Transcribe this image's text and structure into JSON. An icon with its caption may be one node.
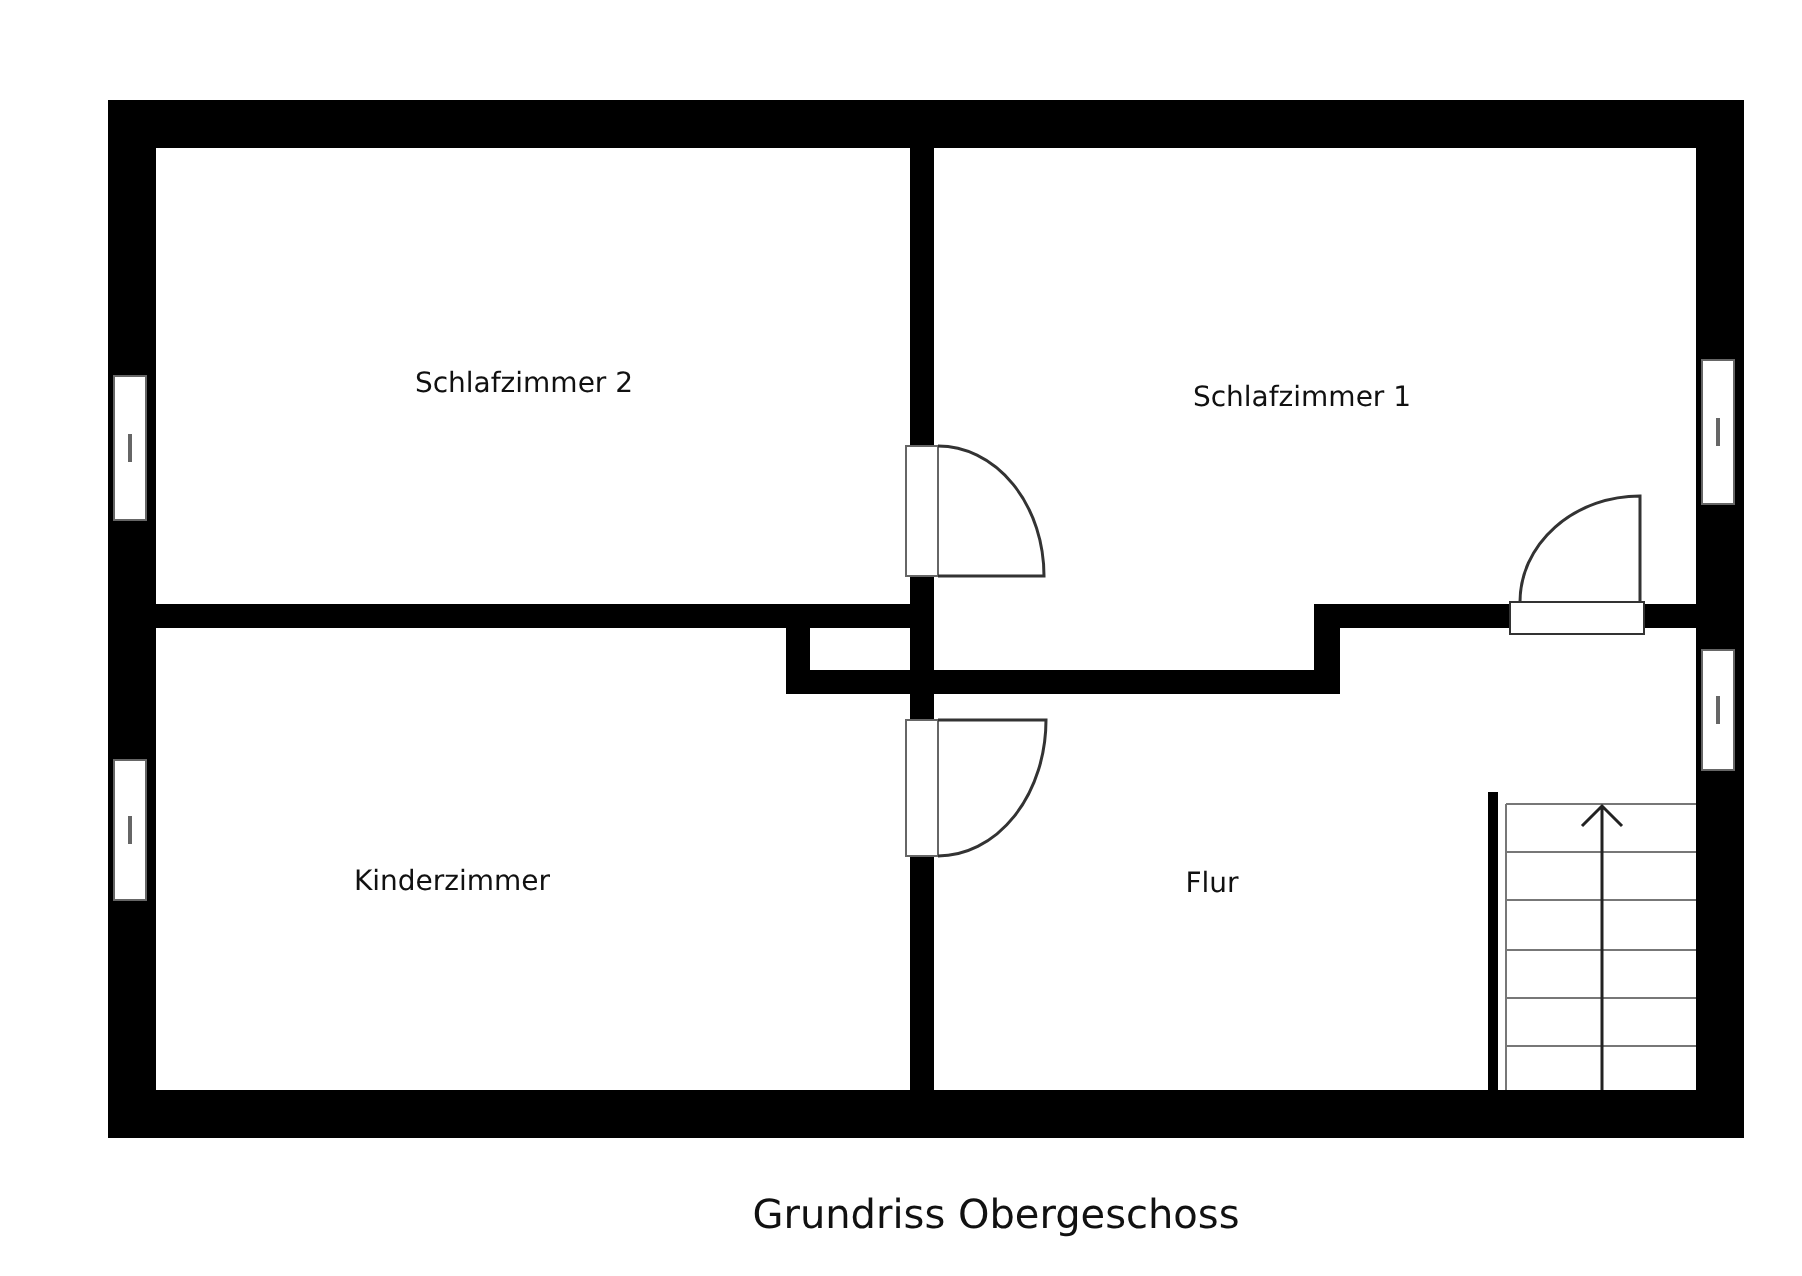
{
  "diagram": {
    "caption": "Grundriss Obergeschoss",
    "labels": [
      "Schlafzimmer 2",
      "Schlafzimmer 1",
      "Kinderzimmer",
      "Flur"
    ]
  }
}
